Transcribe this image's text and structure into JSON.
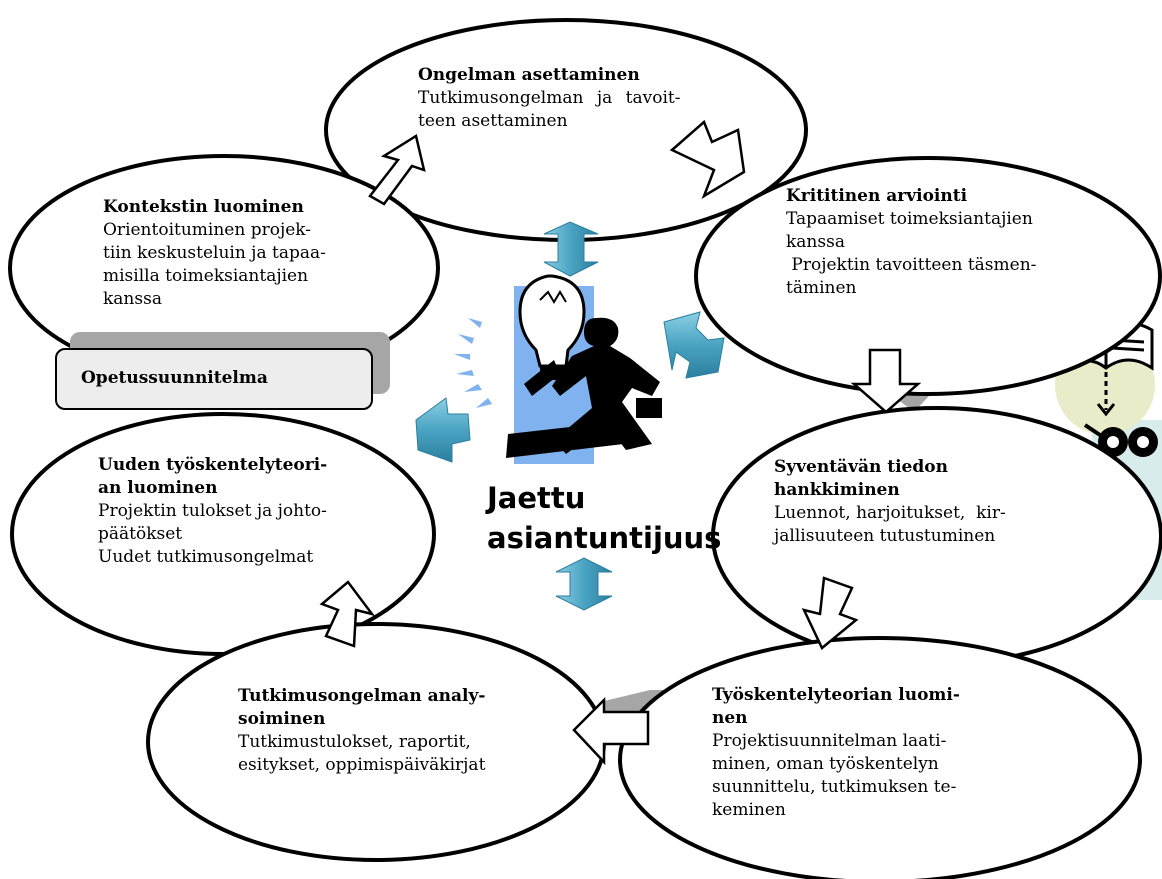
{
  "nodes": {
    "ongelman": {
      "title": "Ongelman asettaminen",
      "lines": [
        "Tutkimusongelman ja tavoit-",
        "teen asettaminen"
      ]
    },
    "kontekstin": {
      "title": "Kontekstin luominen",
      "lines": [
        "Orientoituminen projek-",
        "tiin keskusteluin ja tapaa-",
        "misilla toimeksiantajien",
        "kanssa"
      ]
    },
    "kritiinen": {
      "title": "Krititinen arviointi",
      "lines": [
        "Tapaamiset toimeksiantajien",
        "kanssa",
        " Projektin tavoitteen täsmen-",
        "täminen"
      ]
    },
    "syventavan": {
      "title_lines": [
        "Syventävän tiedon",
        "hankkiminen"
      ],
      "lines": [
        "Luennot, harjoitukset,  kir-",
        "jallisuuteen tutustuminen"
      ]
    },
    "tyoskentelyteorian": {
      "title_lines": [
        "Työskentelyteorian luomi-",
        "nen"
      ],
      "lines": [
        "Projektisuunnitelman laati-",
        "minen, oman työskentelyn",
        "suunnittelu, tutkimuksen te-",
        "keminen"
      ]
    },
    "analysoiminen": {
      "title_lines": [
        "Tutkimusongelman analy-",
        "soiminen"
      ],
      "lines": [
        "Tutkimustulokset, raportit,",
        "esitykset, oppimispäiväkirjat"
      ]
    },
    "uuden": {
      "title_lines": [
        "Uuden työskentelyteori-",
        "an luominen"
      ],
      "lines": [
        "Projektin tulokset ja johto-",
        "päätökset",
        "Uudet tutkimusongelmat"
      ]
    }
  },
  "curriculum_label": "Opetussuunnitelma",
  "center": {
    "line1": "Jaettu",
    "line2": "asiantuntijuus"
  },
  "icons": [
    "lightbulb-businessman-icon",
    "open-book-icon",
    "binoculars-icon"
  ],
  "colors": {
    "arrow_teal": "#4aa3c2",
    "arrow_teal_dark": "#2b7f9e",
    "shadow_gray": "#a6a6a6",
    "box_fill": "#ededed",
    "highlight_blue": "#7fb2ee",
    "book_circle": "#e8ecc8"
  }
}
